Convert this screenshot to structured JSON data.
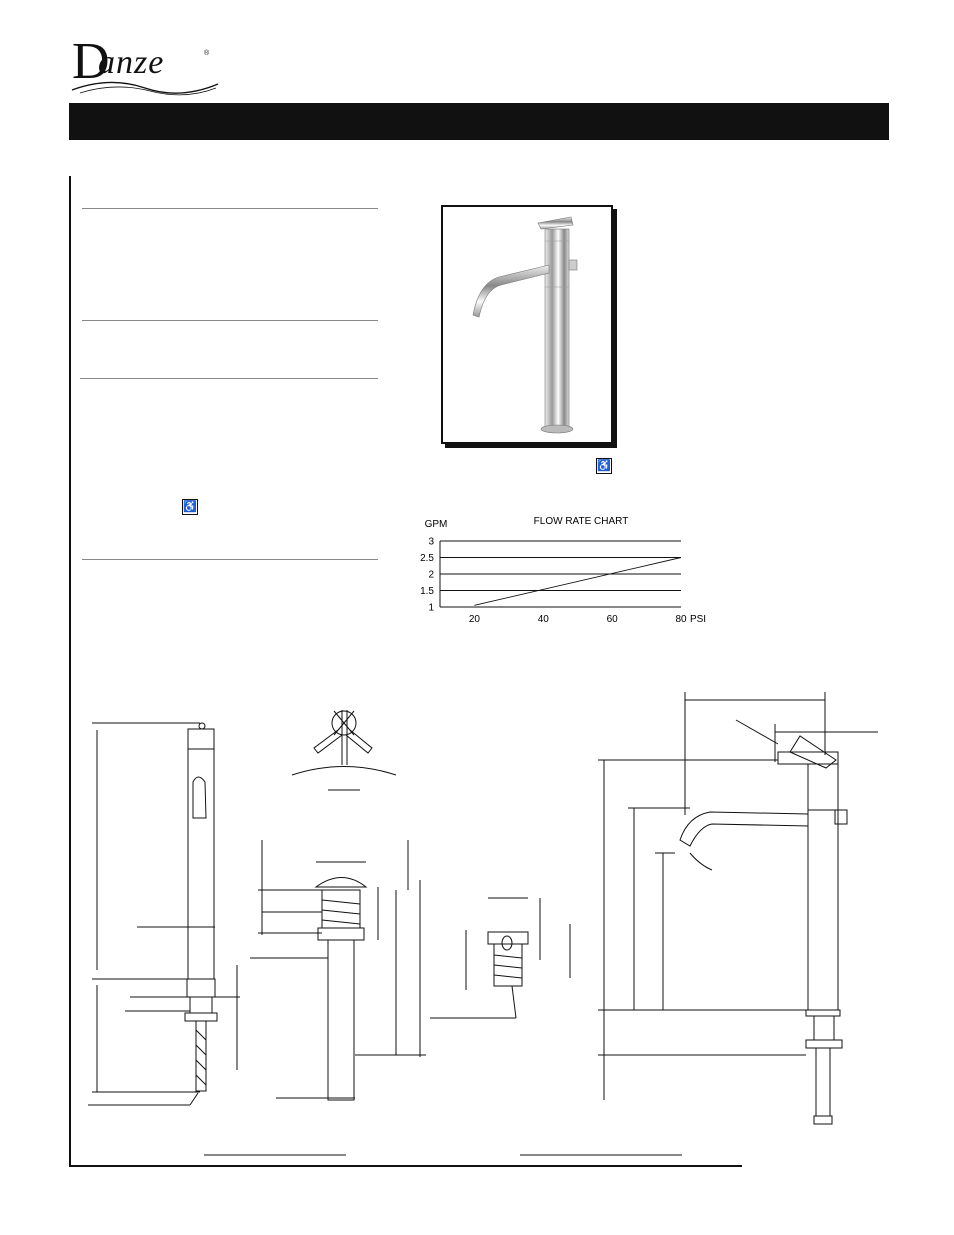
{
  "brand": {
    "logo_initial": "D",
    "logo_rest": "anze",
    "registered_mark": "®"
  },
  "icons": {
    "accessibility": "wheelchair-icon",
    "accessibility_glyph": "♿"
  },
  "chart_data": {
    "type": "line",
    "title": "FLOW RATE CHART",
    "xlabel": "PSI",
    "ylabel": "GPM",
    "x_ticks": [
      20,
      40,
      60,
      80
    ],
    "y_ticks": [
      "1",
      "1.5",
      "2",
      "2.5",
      "3"
    ],
    "xlim": [
      10,
      80
    ],
    "ylim": [
      1,
      3
    ],
    "grid": true,
    "series": [
      {
        "x": [
          20,
          80
        ],
        "values": [
          1.05,
          2.5
        ]
      }
    ]
  }
}
